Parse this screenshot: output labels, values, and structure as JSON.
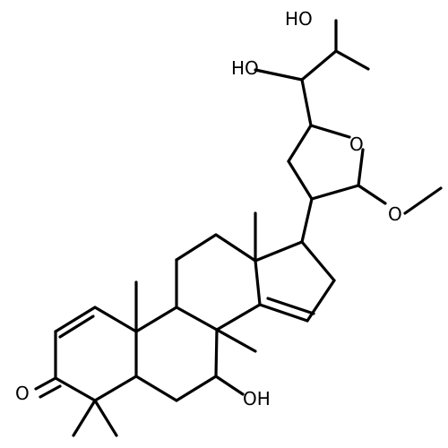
{
  "molecule": {
    "atom_labels": {
      "oh_top": "HO",
      "oh_side": "HO",
      "ring_oxygen": "O",
      "methoxy_oxygen": "O",
      "ketone_oxygen": "O",
      "oh_bottom": "OH"
    },
    "colors": {
      "bond": "#000000",
      "label": "#000000",
      "background": "#ffffff"
    }
  }
}
